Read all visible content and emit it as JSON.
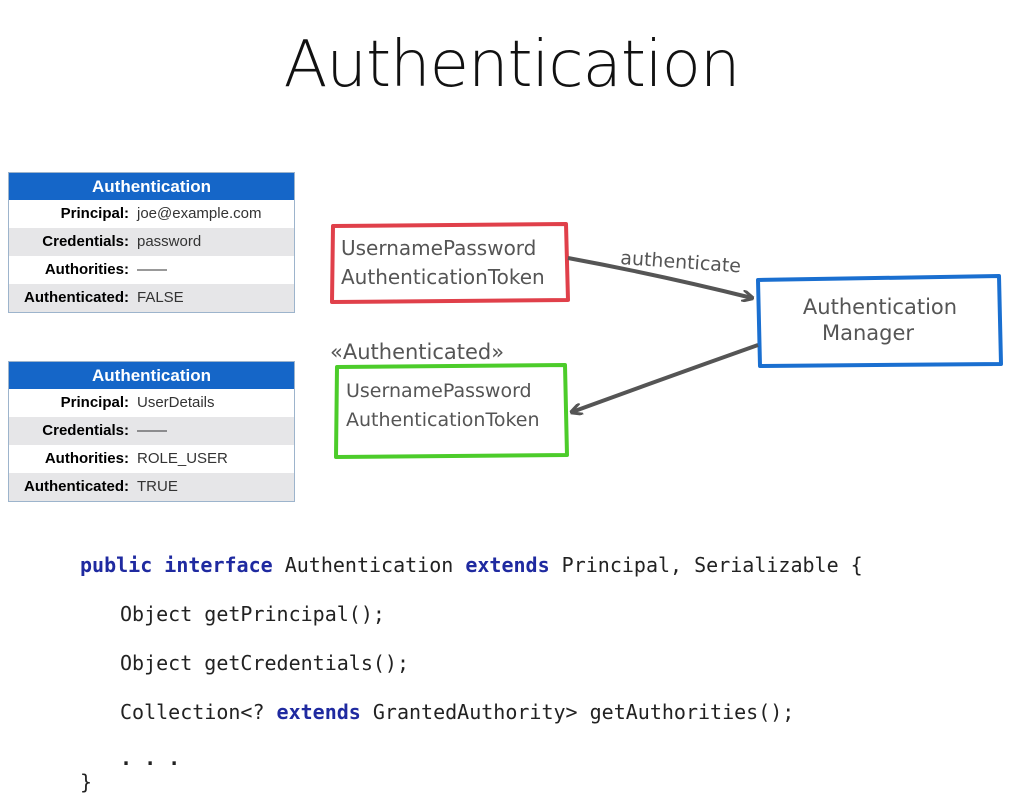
{
  "title": "Authentication",
  "tables": [
    {
      "header": "Authentication",
      "rows": [
        {
          "label": "Principal:",
          "value": "joe@example.com"
        },
        {
          "label": "Credentials:",
          "value": "password"
        },
        {
          "label": "Authorities:",
          "value": "——"
        },
        {
          "label": "Authenticated:",
          "value": "FALSE"
        }
      ]
    },
    {
      "header": "Authentication",
      "rows": [
        {
          "label": "Principal:",
          "value": "UserDetails"
        },
        {
          "label": "Credentials:",
          "value": "——"
        },
        {
          "label": "Authorities:",
          "value": "ROLE_USER"
        },
        {
          "label": "Authenticated:",
          "value": "TRUE"
        }
      ]
    }
  ],
  "diagram": {
    "token_in": {
      "line1": "UsernamePassword",
      "line2": "AuthenticationToken",
      "color": "#e0404a"
    },
    "token_out": {
      "stereotype": "«Authenticated»",
      "line1": "UsernamePassword",
      "line2": "AuthenticationToken",
      "color": "#4ccc2a"
    },
    "manager": {
      "line1": "Authentication",
      "line2": "Manager",
      "color": "#1a6fd0"
    },
    "edge_label": "authenticate",
    "arrow_color": "#555555"
  },
  "code": {
    "line1": {
      "k1": "public",
      "k2": "interface",
      "t1": " Authentication ",
      "k3": "extends",
      "t2": " Principal, Serializable {"
    },
    "line2": "Object getPrincipal();",
    "line3": "Object getCredentials();",
    "line4": {
      "t1": "Collection<? ",
      "k1": "extends",
      "t2": " GrantedAuthority> getAuthorities();"
    },
    "line5": ". . .",
    "line6": "}"
  }
}
